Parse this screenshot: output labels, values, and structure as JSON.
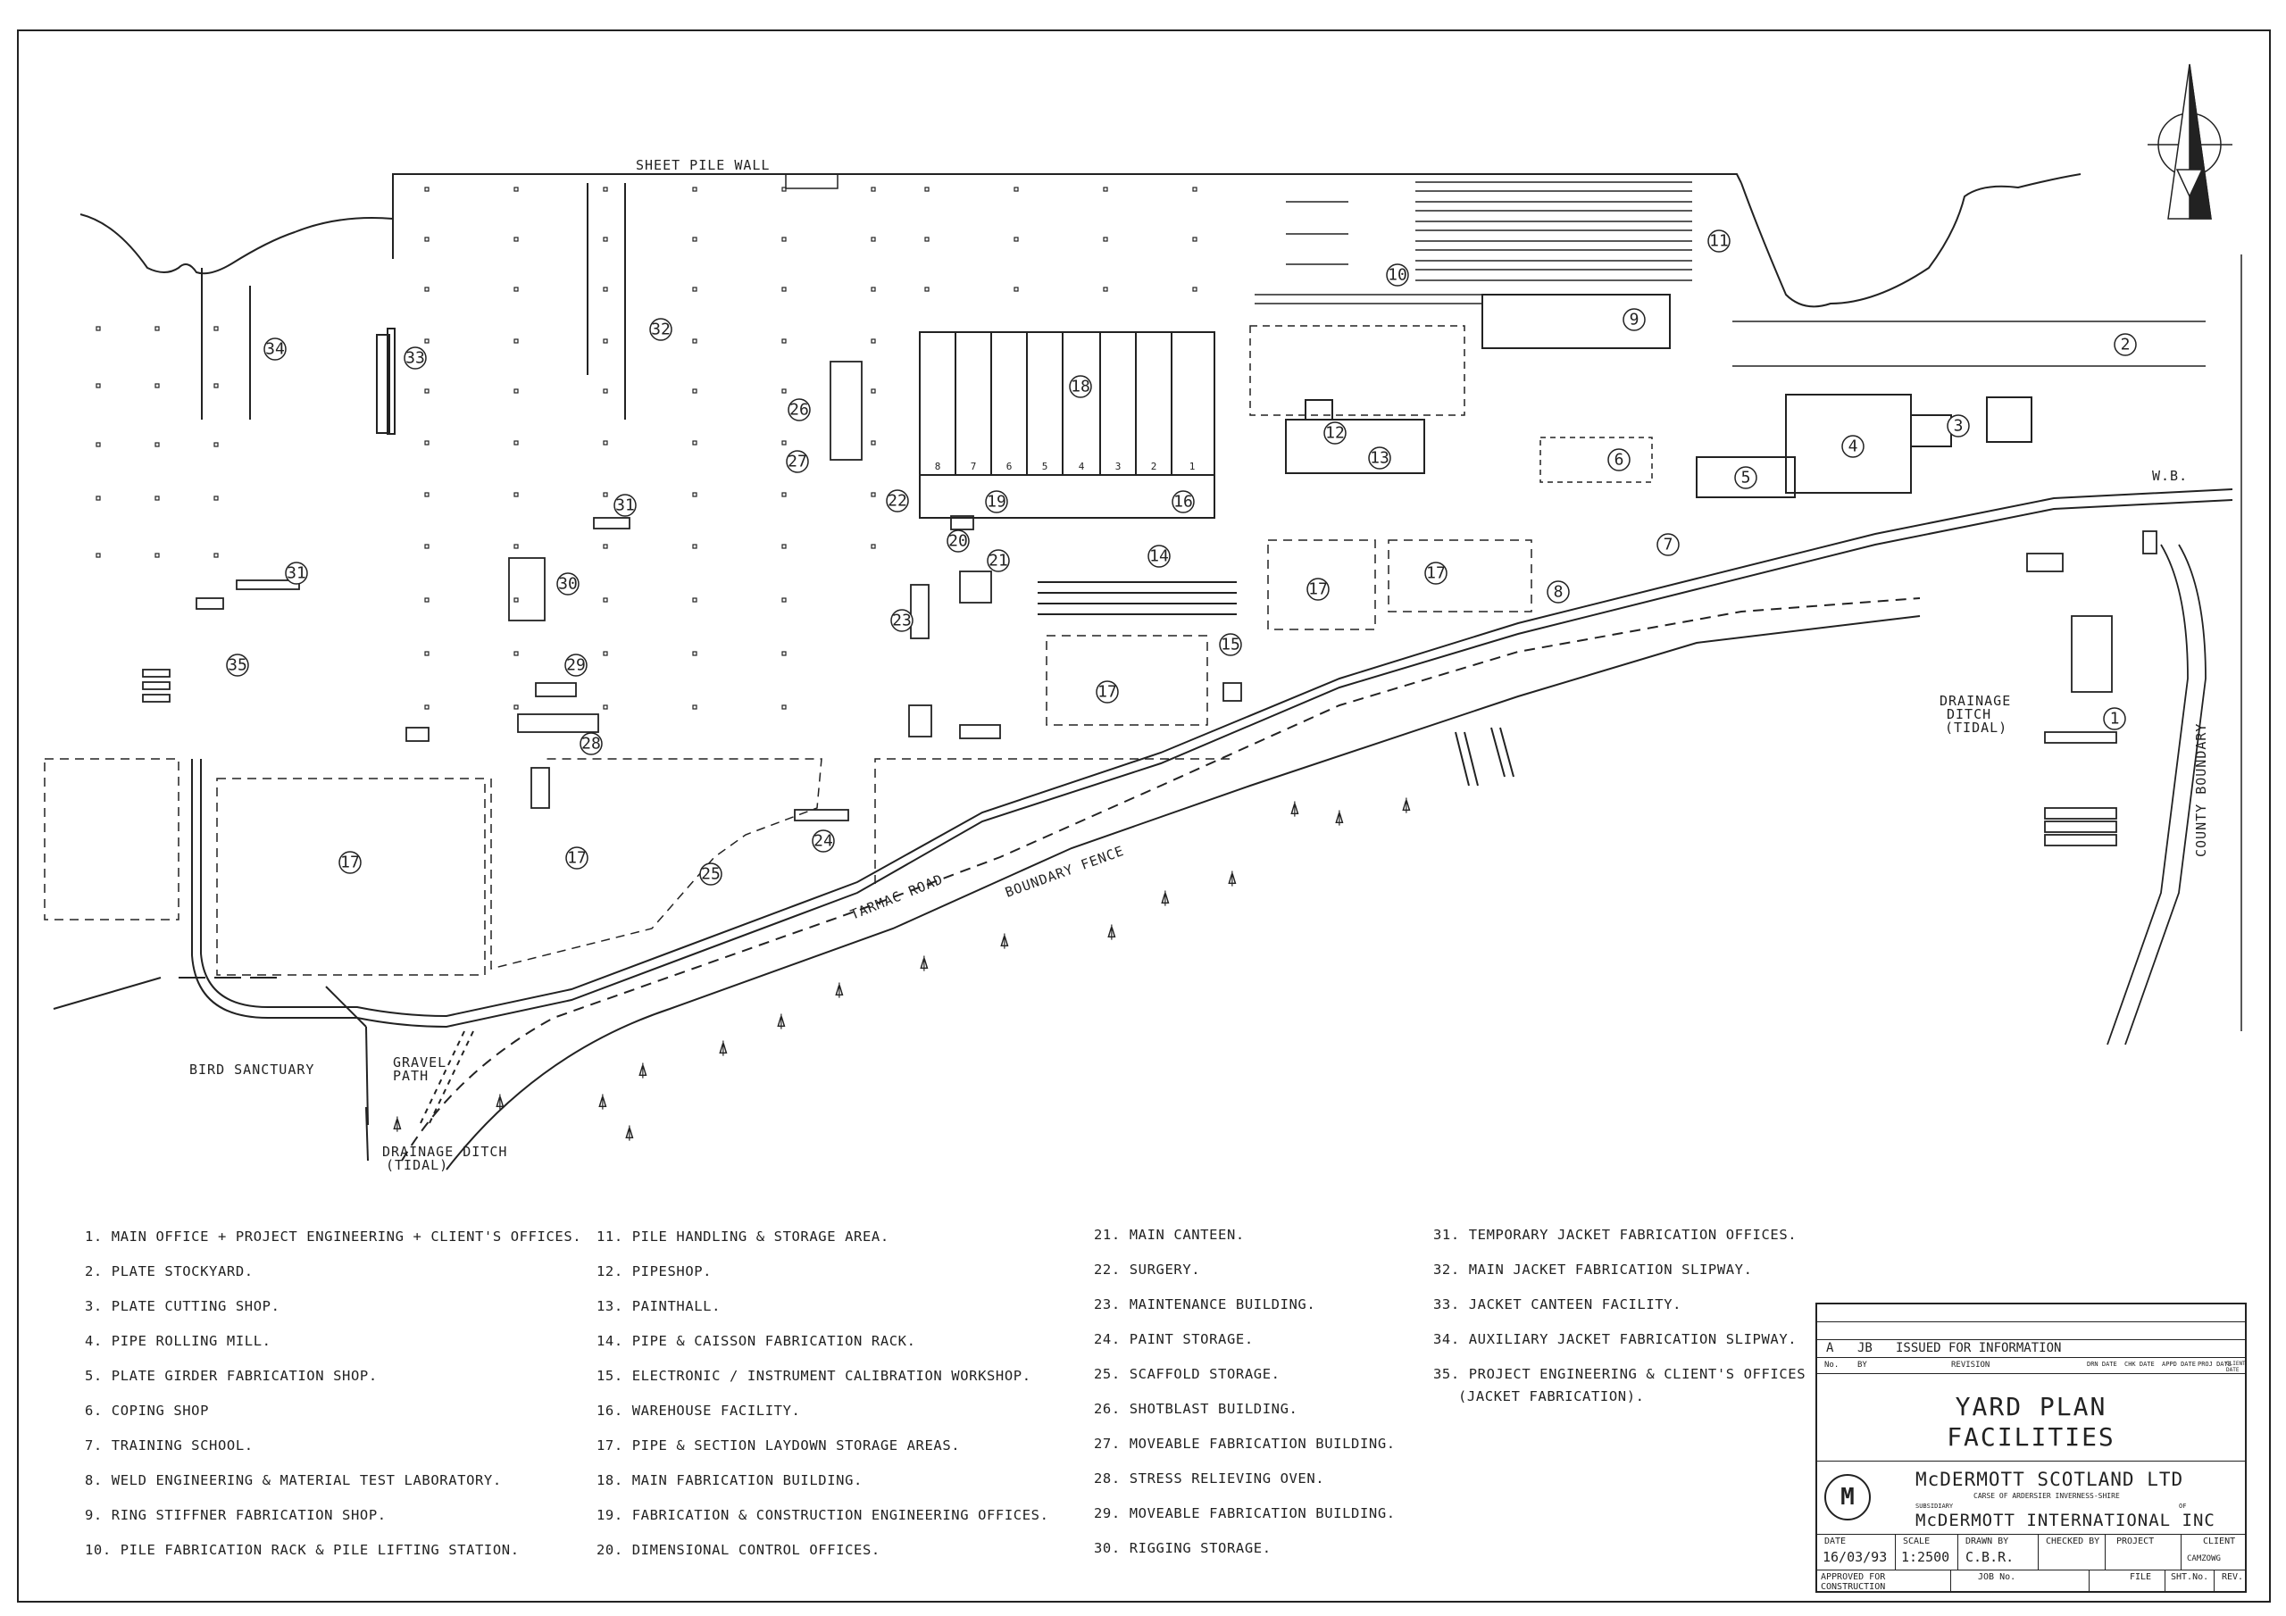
{
  "map_labels": {
    "sheet_pile_wall": "SHEET PILE WALL",
    "bird_sanctuary": "BIRD SANCTUARY",
    "gravel_path": [
      "GRAVEL",
      "PATH"
    ],
    "drainage_ditch_bottom": [
      "DRAINAGE DITCH",
      "(TIDAL)"
    ],
    "drainage_ditch_right": [
      "DRAINAGE",
      "DITCH",
      "(TIDAL)"
    ],
    "tarmac_road": "TARMAC ROAD",
    "boundary_fence": "BOUNDARY FENCE",
    "county_boundary": "COUNTY BOUNDARY",
    "wb": "W.B."
  },
  "area_numbers": {
    "n1": "1",
    "n2": "2",
    "n3": "3",
    "n4": "4",
    "n5": "5",
    "n6": "6",
    "n7": "7",
    "n8": "8",
    "n9": "9",
    "n10": "10",
    "n11": "11",
    "n12": "12",
    "n13": "13",
    "n14": "14",
    "n15": "15",
    "n16": "16",
    "n17": "17",
    "n18": "18",
    "n19": "19",
    "n20": "20",
    "n21": "21",
    "n22": "22",
    "n23": "23",
    "n24": "24",
    "n25": "25",
    "n26": "26",
    "n27": "27",
    "n28": "28",
    "n29": "29",
    "n30": "30",
    "n31": "31",
    "n32": "32",
    "n33": "33",
    "n34": "34",
    "n35": "35"
  },
  "bay_numbers": [
    "8",
    "7",
    "6",
    "5",
    "4",
    "3",
    "2",
    "1"
  ],
  "legend_col1": [
    "1. MAIN OFFICE + PROJECT ENGINEERING + CLIENT'S OFFICES.",
    "2. PLATE STOCKYARD.",
    "3. PLATE CUTTING SHOP.",
    "4. PIPE ROLLING MILL.",
    "5. PLATE GIRDER FABRICATION SHOP.",
    "6. COPING SHOP",
    "7. TRAINING SCHOOL.",
    "8. WELD ENGINEERING & MATERIAL TEST LABORATORY.",
    "9. RING STIFFNER FABRICATION SHOP.",
    "10. PILE FABRICATION RACK & PILE LIFTING STATION."
  ],
  "legend_col2": [
    "11. PILE HANDLING & STORAGE AREA.",
    "12. PIPESHOP.",
    "13. PAINTHALL.",
    "14. PIPE & CAISSON FABRICATION RACK.",
    "15. ELECTRONIC / INSTRUMENT CALIBRATION WORKSHOP.",
    "16. WAREHOUSE FACILITY.",
    "17. PIPE & SECTION LAYDOWN STORAGE AREAS.",
    "18. MAIN FABRICATION BUILDING.",
    "19. FABRICATION & CONSTRUCTION ENGINEERING OFFICES.",
    "20. DIMENSIONAL CONTROL OFFICES."
  ],
  "legend_col3": [
    "21. MAIN CANTEEN.",
    "22. SURGERY.",
    "23. MAINTENANCE BUILDING.",
    "24. PAINT STORAGE.",
    "25. SCAFFOLD STORAGE.",
    "26. SHOTBLAST BUILDING.",
    "27. MOVEABLE FABRICATION BUILDING.",
    "28. STRESS RELIEVING OVEN.",
    "29. MOVEABLE FABRICATION BUILDING.",
    "30. RIGGING STORAGE."
  ],
  "legend_col4": [
    "31. TEMPORARY JACKET FABRICATION OFFICES.",
    "32. MAIN JACKET FABRICATION SLIPWAY.",
    "33. JACKET CANTEEN FACILITY.",
    "34. AUXILIARY JACKET FABRICATION SLIPWAY.",
    "35. PROJECT ENGINEERING & CLIENT'S OFFICES",
    "(JACKET FABRICATION)."
  ],
  "title_block": {
    "rev_letter": "A",
    "rev_by": "JB",
    "rev_desc": "ISSUED FOR INFORMATION",
    "hdr_no": "No.",
    "hdr_by": "BY",
    "hdr_revision": "REVISION",
    "hdr_cols": [
      "DRN DATE",
      "CHK DATE",
      "APPD DATE",
      "PROJ DATE",
      "CLIENT DATE"
    ],
    "title_line1": "YARD PLAN",
    "title_line2": "FACILITIES",
    "company": "McDERMOTT SCOTLAND LTD",
    "company_address": "CARSE OF ARDERSIER INVERNESS-SHIRE",
    "subsidiary": "SUBSIDIARY",
    "of": "OF",
    "parent": "McDERMOTT INTERNATIONAL INC",
    "logo_letter": "M",
    "date_label": "DATE",
    "date_value": "16/03/93",
    "scale_label": "SCALE",
    "scale_value": "1:2500",
    "drawn_label": "DRAWN BY",
    "drawn_value": "C.B.R.",
    "checked_label": "CHECKED BY",
    "project_label": "PROJECT",
    "client_label": "CLIENT",
    "client_value": "CAMZOWG",
    "approved_label": "APPROVED FOR CONSTRUCTION",
    "job_label": "JOB No.",
    "file_label": "FILE",
    "sht_label": "SHT.No.",
    "rev_label": "REV."
  }
}
